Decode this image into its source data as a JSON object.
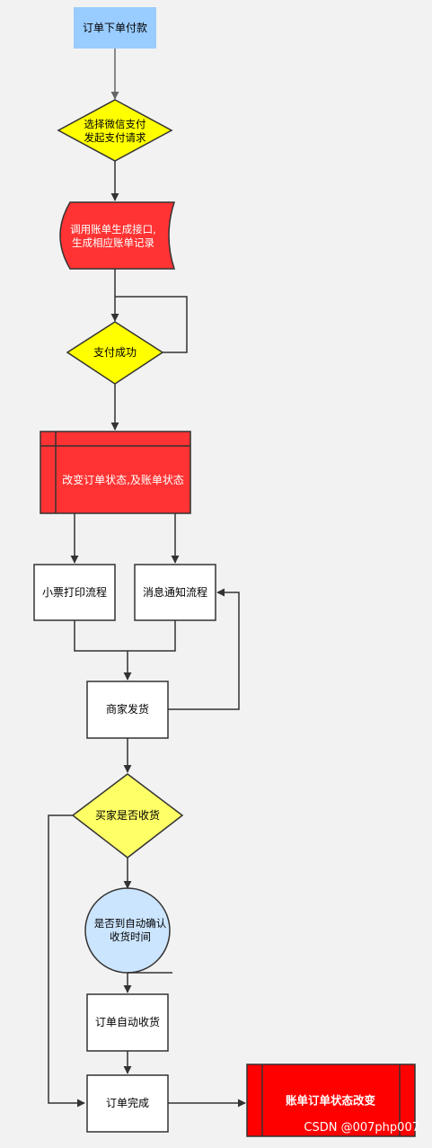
{
  "nodes": {
    "order_pay": "订单下单付款",
    "choose_wechat": [
      "选择微信支付",
      "发起支付请求"
    ],
    "call_bill_api": [
      "调用账单生成接口,",
      "生成相应账单记录"
    ],
    "pay_success": "支付成功",
    "change_status": "改变订单状态,及账单状态",
    "receipt_print": "小票打印流程",
    "message_notify": "消息通知流程",
    "merchant_ship": "商家发货",
    "buyer_received": "买家是否收货",
    "auto_confirm": [
      "是否到自动确认",
      "收货时间"
    ],
    "auto_receive": "订单自动收货",
    "order_complete": "订单完成",
    "bill_order_change": "账单订单状态改变"
  },
  "watermark": "CSDN @007php007",
  "colors": {
    "background": "#f2f2f2",
    "start_box": "#99ccff",
    "decision_yellow": "#ffff00",
    "decision_pale_yellow": "#ffff66",
    "red_shape": "#ff3333",
    "bright_red": "#ff0000",
    "light_blue_circle": "#cce5ff",
    "white_box": "#ffffff",
    "line": "#333333"
  }
}
